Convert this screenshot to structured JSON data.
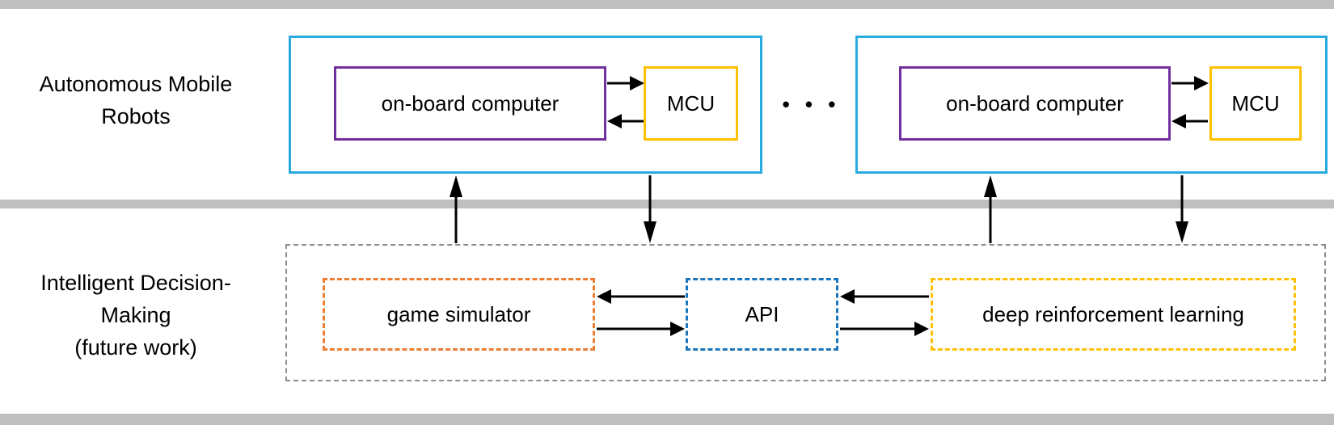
{
  "colors": {
    "cyan": "#29abe2",
    "purple": "#7030a0",
    "yellow": "#ffc000",
    "orange": "#ed7d31",
    "blue": "#1b75bb",
    "bar_gray": "#bfbfbf",
    "dash_gray": "#8c8c8c",
    "arrow_black": "#000000"
  },
  "sections": {
    "robots": {
      "label": "Autonomous Mobile\nRobots"
    },
    "decision": {
      "label": "Intelligent Decision-\nMaking\n(future work)"
    }
  },
  "robots": [
    {
      "computer_label": "on-board computer",
      "mcu_label": "MCU"
    },
    {
      "computer_label": "on-board computer",
      "mcu_label": "MCU"
    }
  ],
  "ellipsis": "• • •",
  "decision_modules": {
    "game_simulator": "game simulator",
    "api": "API",
    "deep_rl": "deep reinforcement learning"
  }
}
